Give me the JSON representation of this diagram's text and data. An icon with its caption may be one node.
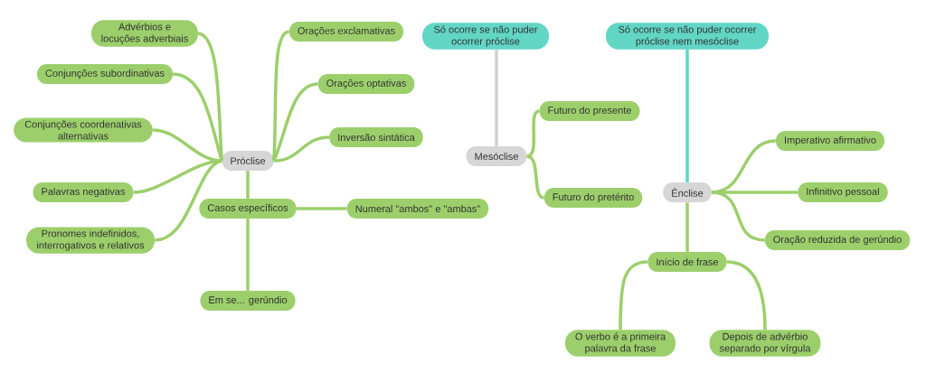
{
  "diagram": {
    "nodes": [
      {
        "text": [
          "Advérbios e locuções adverbiais"
        ]
      },
      {
        "text": [
          "Orações exclamativas"
        ]
      },
      {
        "text": [
          "Só ocorre se não puder ocorrer próclise"
        ]
      },
      {
        "text": [
          "Só ocorre se não puder ocorrer próclise nem mesóclise"
        ]
      },
      {
        "text": [
          "Conjunções subordinativas"
        ]
      },
      {
        "text": [
          "Orações optativas"
        ]
      },
      {
        "text": [
          "Conjunções coordenativas alternativas"
        ]
      },
      {
        "text": [
          "Inversão sintática"
        ]
      },
      {
        "text": [
          "Futuro do presente"
        ]
      },
      {
        "text": [
          "Próclise"
        ]
      },
      {
        "text": [
          "Mesóclise"
        ]
      },
      {
        "text": [
          "Imperativo afirmativo"
        ]
      },
      {
        "text": [
          "Palavras negativas"
        ]
      },
      {
        "text": [
          "Ênclise"
        ]
      },
      {
        "text": [
          "Infinitivo pessoal"
        ]
      },
      {
        "text": [
          "Futuro do pretérito"
        ]
      },
      {
        "text": [
          "Casos específicos"
        ]
      },
      {
        "text": [
          "Numeral \"ambos\" e \"ambas\""
        ]
      },
      {
        "text": [
          "Pronomes indefinidos, interrogativos e relativos"
        ]
      },
      {
        "text": [
          "Oração reduzida de gerúndio"
        ]
      },
      {
        "text": [
          "Início de frase"
        ]
      },
      {
        "text": [
          "Em se... gerúndio"
        ]
      },
      {
        "text": [
          "O verbo é a primeira palavra da frase"
        ]
      },
      {
        "text": [
          "Depois de advérbio separado por vírgula"
        ]
      }
    ],
    "edges": [
      {
        "from": 9,
        "to": 0,
        "arrow": "none"
      },
      {
        "from": 9,
        "to": 4,
        "arrow": "none"
      },
      {
        "from": 9,
        "to": 6,
        "arrow": "none"
      },
      {
        "from": 9,
        "to": 12,
        "arrow": "none"
      },
      {
        "from": 9,
        "to": 18,
        "arrow": "none"
      },
      {
        "from": 9,
        "to": 1,
        "arrow": "none"
      },
      {
        "from": 9,
        "to": 5,
        "arrow": "none"
      },
      {
        "from": 9,
        "to": 7,
        "arrow": "none"
      },
      {
        "from": 9,
        "to": 16,
        "arrow": "none"
      },
      {
        "from": 16,
        "to": 17,
        "arrow": "none"
      },
      {
        "from": 16,
        "to": 21,
        "arrow": "none"
      },
      {
        "from": 2,
        "to": 10,
        "arrow": "none",
        "color": "#d0d0d0"
      },
      {
        "from": 10,
        "to": 8,
        "arrow": "none"
      },
      {
        "from": 10,
        "to": 15,
        "arrow": "none"
      },
      {
        "from": 3,
        "to": 13,
        "arrow": "none",
        "color": "#5fd6c5"
      },
      {
        "from": 13,
        "to": 11,
        "arrow": "none"
      },
      {
        "from": 13,
        "to": 14,
        "arrow": "none"
      },
      {
        "from": 13,
        "to": 19,
        "arrow": "none"
      },
      {
        "from": 13,
        "to": 20,
        "arrow": "none"
      },
      {
        "from": 20,
        "to": 22,
        "arrow": "none"
      },
      {
        "from": 20,
        "to": 23,
        "arrow": "none"
      }
    ]
  }
}
